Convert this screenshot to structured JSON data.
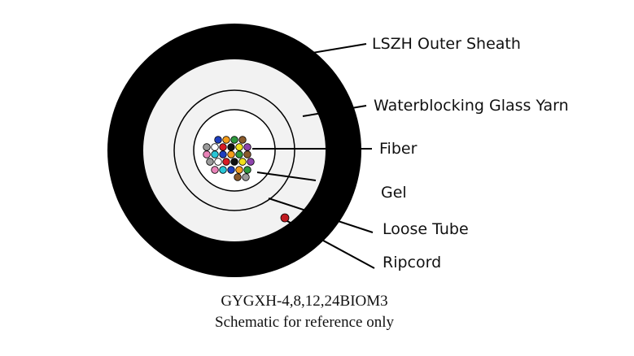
{
  "labels": {
    "outer_sheath": "LSZH Outer Sheath",
    "glass_yarn": "Waterblocking Glass Yarn",
    "fiber": "Fiber",
    "gel": "Gel",
    "loose_tube": "Loose Tube",
    "ripcord": "Ripcord"
  },
  "caption": {
    "model": "GYGXH-4,8,12,24BIOM3",
    "note": "Schematic for reference only"
  },
  "colors": {
    "sheath": "#000000",
    "yarn": "#f2f2f2",
    "ripcord": "#c0191f",
    "fibers": [
      "#1f3fbf",
      "#f59c1a",
      "#2e9a3f",
      "#8a5a2b",
      "#9a9a9a",
      "#ffffff",
      "#d81b23",
      "#111111",
      "#f2e21a",
      "#8e44ad",
      "#e883b8",
      "#28c6d6"
    ]
  }
}
